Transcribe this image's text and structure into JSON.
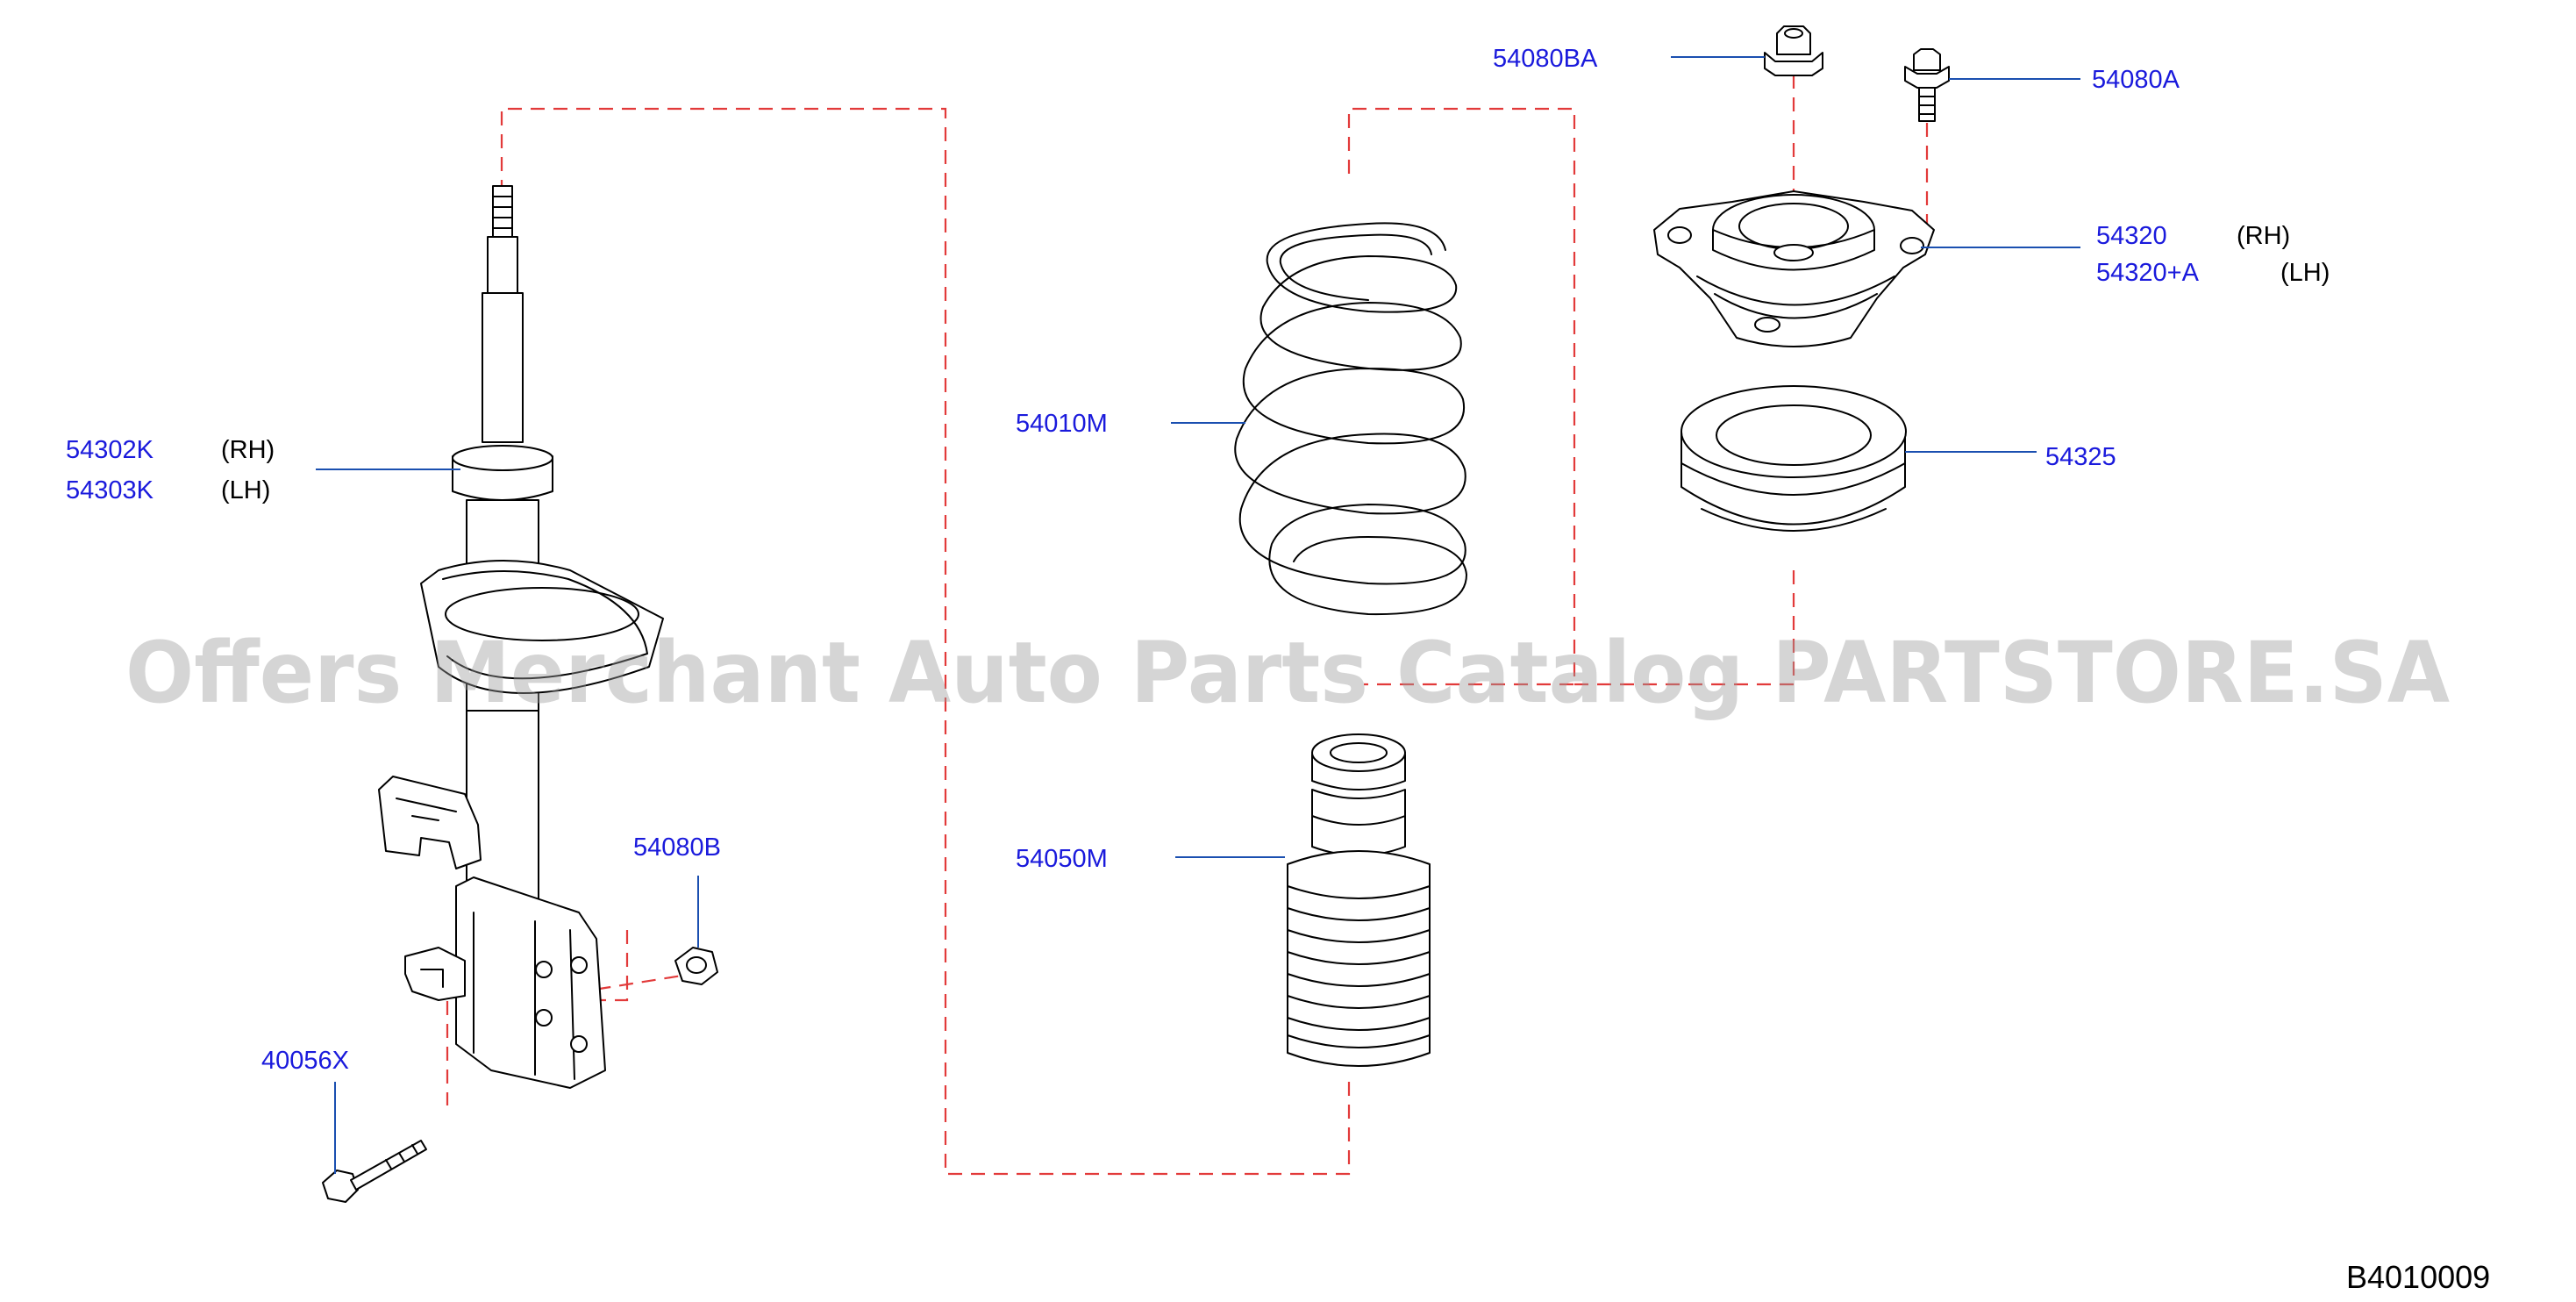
{
  "watermark": "Offers Merchant Auto Parts Catalog PARTSTORE.SA",
  "diagram_code": "B4010009",
  "colors": {
    "label": "#1a1adc",
    "leader": "#1a4fb0",
    "dash": "#e23a3a",
    "line": "#000000"
  },
  "callouts": {
    "strut_rh": {
      "number": "54302K",
      "side": "(RH)"
    },
    "strut_lh": {
      "number": "54303K",
      "side": "(LH)"
    },
    "nut_lower": {
      "number": "54080B"
    },
    "bolt_lower": {
      "number": "40056X"
    },
    "coil_spring": {
      "number": "54010M"
    },
    "bump_stop": {
      "number": "54050M"
    },
    "nut_top": {
      "number": "54080BA"
    },
    "bolt_top": {
      "number": "54080A"
    },
    "mount_rh": {
      "number": "54320",
      "side": "(RH)"
    },
    "mount_lh": {
      "number": "54320+A",
      "side": "(LH)"
    },
    "bearing": {
      "number": "54325"
    }
  }
}
